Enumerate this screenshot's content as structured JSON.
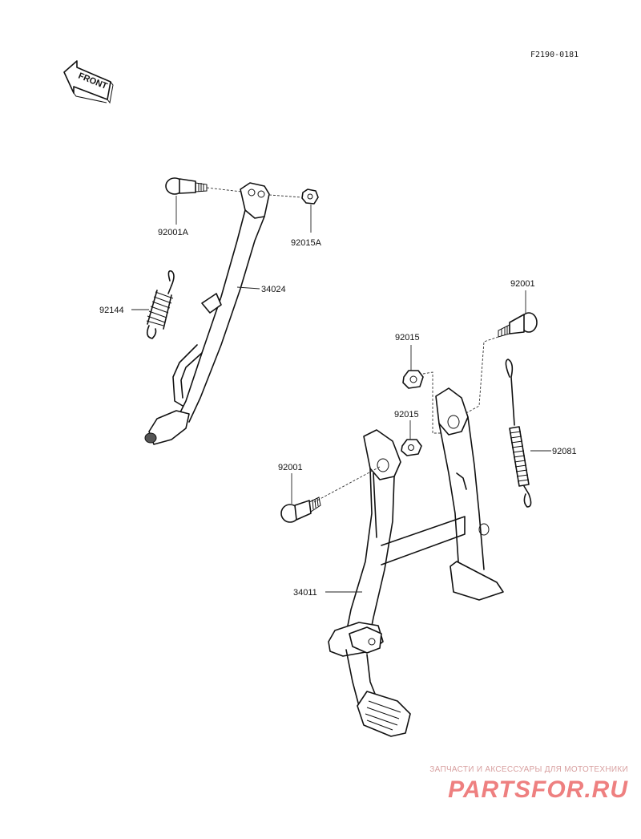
{
  "diagram": {
    "ref_code": "F2190-0181",
    "front_label": "FRONT",
    "parts": {
      "bolt_side_stand": "92001A",
      "nut_side_stand": "92015A",
      "side_stand": "34024",
      "spring_side_stand": "92144",
      "bolt_upper_right": "92001",
      "nut_upper": "92015",
      "nut_lower": "92015",
      "spring_center_stand": "92081",
      "bolt_lower_left": "92001",
      "center_stand": "34011"
    }
  },
  "watermark": {
    "caption": "ЗАПЧАСТИ И АКСЕССУАРЫ ДЛЯ МОТОТЕХНИКИ",
    "logo_text": "PARTSFOR.RU",
    "color": "#ee8080"
  }
}
